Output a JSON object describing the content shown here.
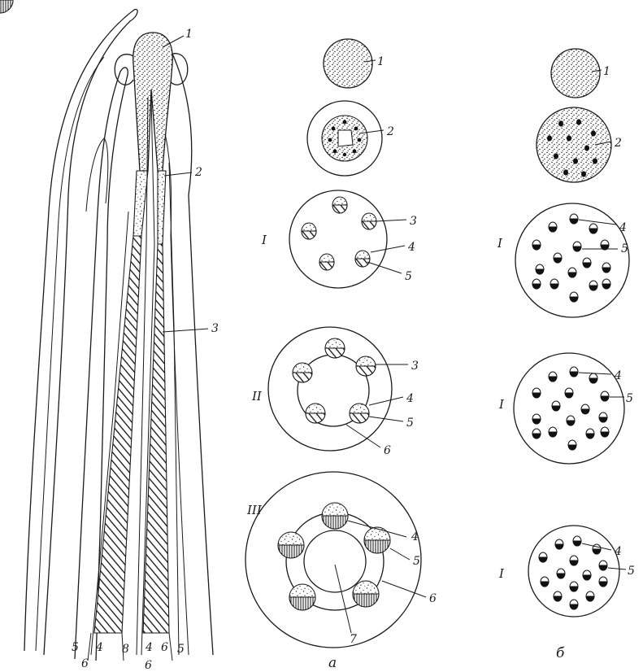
{
  "figure": {
    "longitudinal": {
      "labels": {
        "l1": "1",
        "l2": "2",
        "l3": "3"
      },
      "bottom": {
        "b5a": "5",
        "b4a": "4",
        "b8": "8",
        "b4b": "4",
        "b6top": "6",
        "b5b": "5",
        "b6a": "6",
        "b6b": "6"
      }
    },
    "series_a": {
      "caption": "а",
      "c1": {
        "n1": "1"
      },
      "c2": {
        "n2": "2"
      },
      "c3": {
        "roman": "I",
        "n3": "3",
        "n4": "4",
        "n5": "5"
      },
      "c4": {
        "roman": "II",
        "n3": "3",
        "n4": "4",
        "n5": "5",
        "n6": "6"
      },
      "c5": {
        "roman": "III",
        "n4": "4",
        "n5": "5",
        "n6": "6",
        "n7": "7"
      }
    },
    "series_b": {
      "caption": "б",
      "c1": {
        "n1": "1"
      },
      "c2": {
        "n2": "2"
      },
      "c3": {
        "roman": "I",
        "n4": "4",
        "n5": "5"
      },
      "c4": {
        "roman": "I",
        "n4": "4",
        "n5": "5"
      },
      "c5": {
        "roman": "I",
        "n4": "4",
        "n5": "5"
      }
    }
  }
}
